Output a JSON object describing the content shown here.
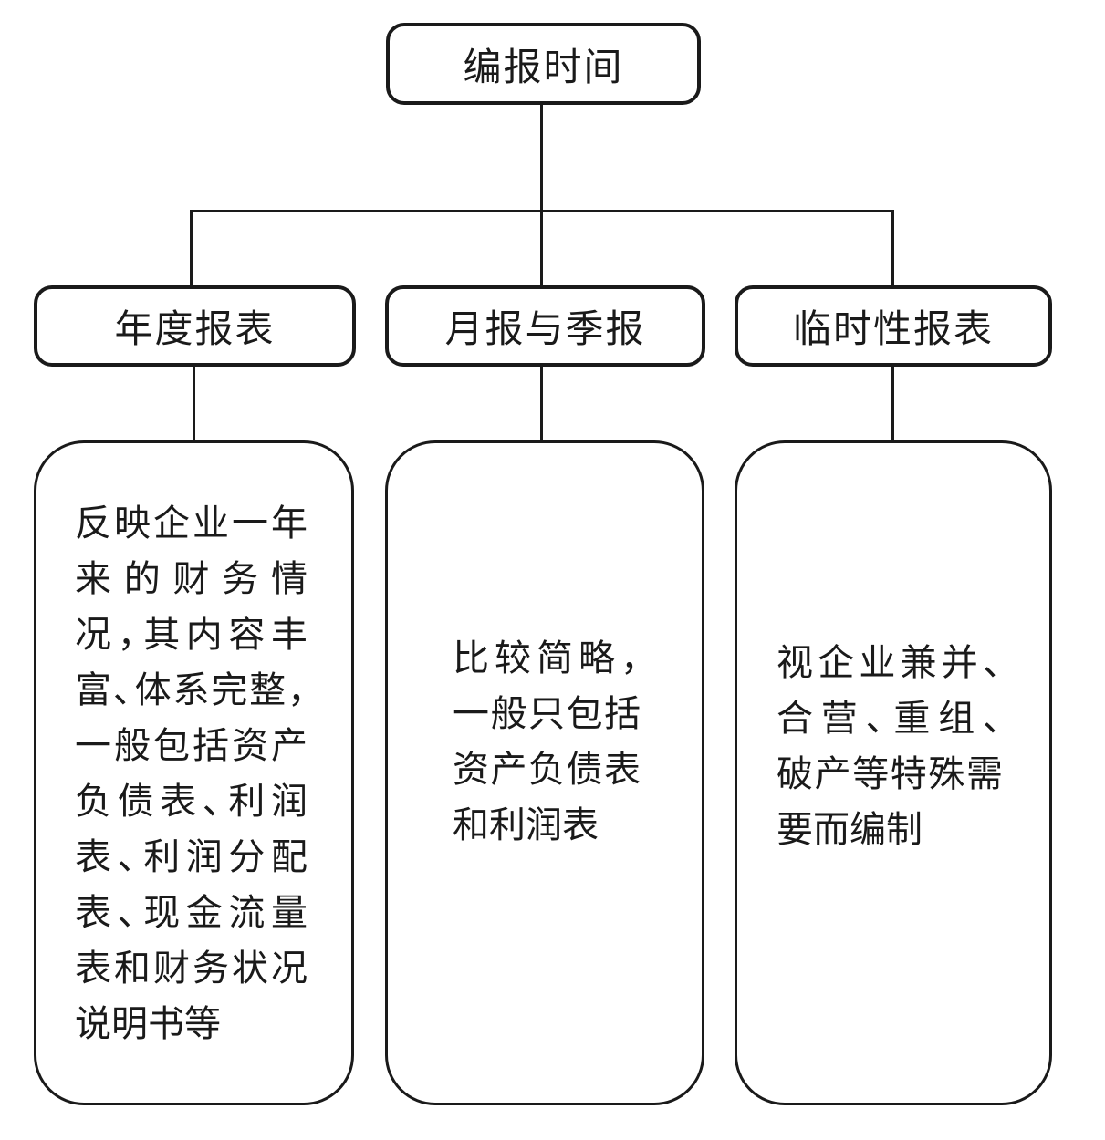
{
  "colors": {
    "line": "#1a1a1a",
    "background": "#ffffff"
  },
  "root": {
    "label": "编报时间"
  },
  "branches": [
    {
      "label": "年度报表",
      "description_lines": [
        "反映企业一年",
        "来的财务情",
        "况，其内容丰",
        "富、体系完整，",
        "一般包括资产",
        "负债表、利润",
        "表、利润分配",
        "表、现金流量",
        "表和财务状况",
        "说明书等"
      ]
    },
    {
      "label": "月报与季报",
      "description_lines": [
        "比较简略，",
        "一般只包括",
        "资产负债表",
        "和利润表"
      ]
    },
    {
      "label": "临时性报表",
      "description_lines": [
        "视企业兼并、",
        "合营、重组、",
        "破产等特殊需",
        "要而编制"
      ]
    }
  ]
}
